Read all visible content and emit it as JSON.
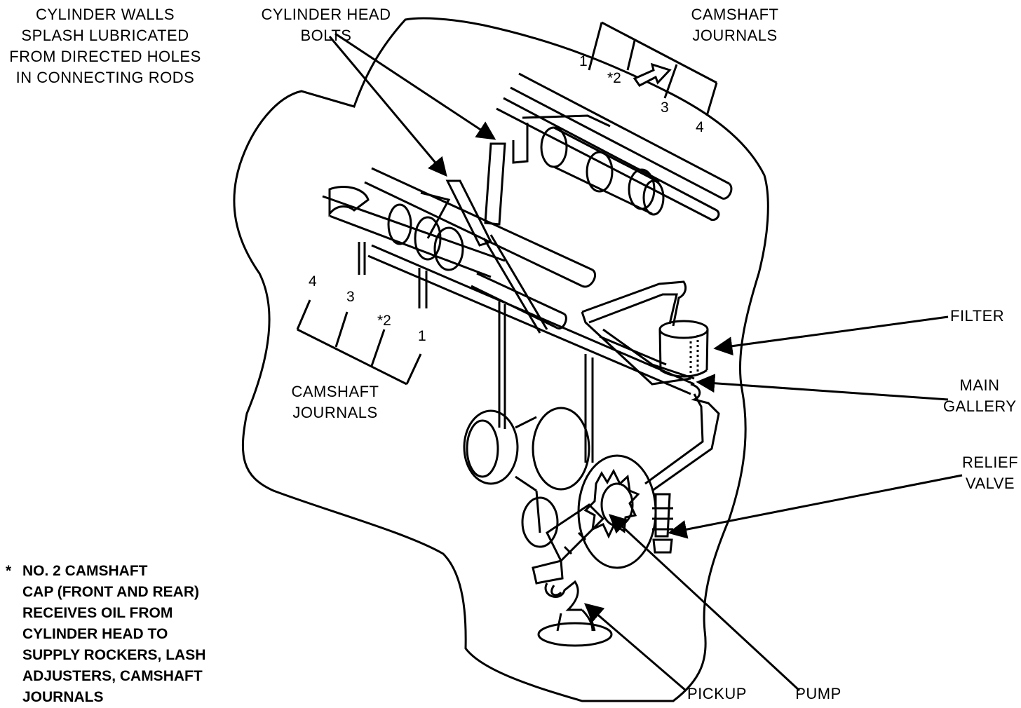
{
  "labels": {
    "cylinder_walls": "CYLINDER WALLS\nSPLASH LUBRICATED\nFROM DIRECTED HOLES\nIN CONNECTING RODS",
    "cylinder_head_bolts": "CYLINDER HEAD\nBOLTS",
    "camshaft_journals_top": "CAMSHAFT\nJOURNALS",
    "camshaft_journals_left": "CAMSHAFT\nJOURNALS",
    "filter": "FILTER",
    "main_gallery": "MAIN\nGALLERY",
    "relief_valve": "RELIEF\nVALVE",
    "pickup": "PICKUP",
    "pump": "PUMP"
  },
  "journal_numbers_top": [
    "1",
    "*2",
    "3",
    "4"
  ],
  "journal_numbers_left": [
    "4",
    "3",
    "*2",
    "1"
  ],
  "footnote": {
    "marker": "*",
    "text": "NO. 2 CAMSHAFT\nCAP (FRONT AND REAR)\nRECEIVES OIL FROM\nCYLINDER HEAD TO\nSUPPLY ROCKERS, LASH\nADJUSTERS, CAMSHAFT\nJOURNALS"
  }
}
